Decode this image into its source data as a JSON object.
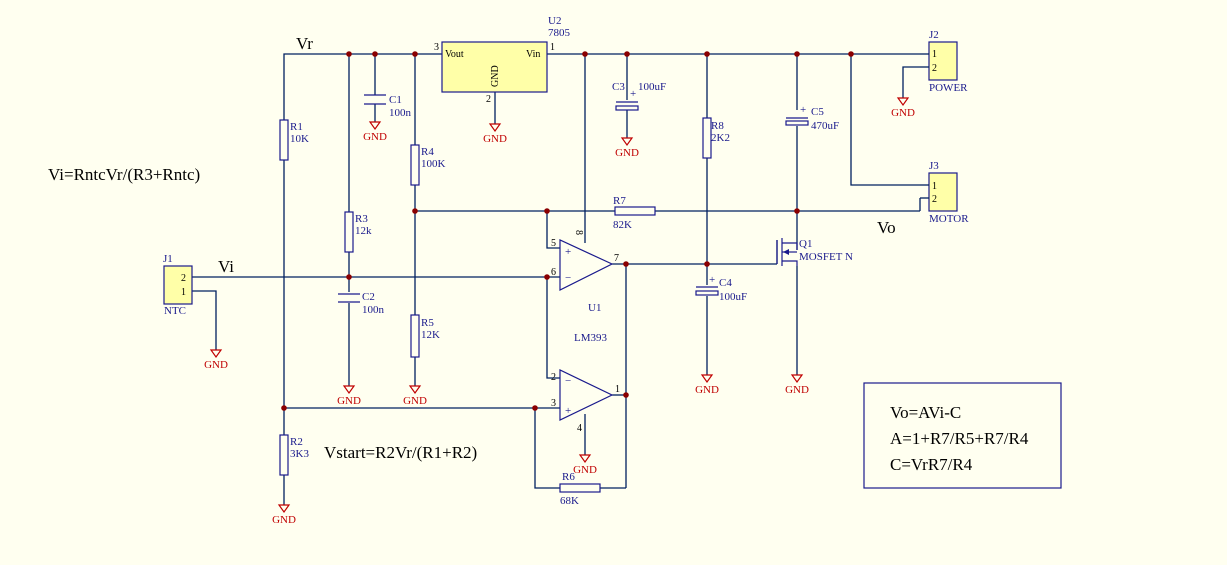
{
  "colors": {
    "background": "#fffff0",
    "wire": "#002060",
    "component": "#1a1a8c",
    "ground": "#c00000",
    "junction": "#8b0000",
    "box_fill": "#ffffa8"
  },
  "nets": {
    "vr": "Vr",
    "vi": "Vi",
    "vo": "Vo"
  },
  "formulas": {
    "vi": "Vi=RntcVr/(R3+Rntc)",
    "vstart": "Vstart=R2Vr/(R1+R2)",
    "box_lines": [
      "Vo=AVi-C",
      "A=1+R7/R5+R7/R4",
      "C=VrR7/R4"
    ]
  },
  "regulator": {
    "ref": "U2",
    "part": "7805",
    "vout": "Vout",
    "vin": "Vin",
    "gnd": "GND",
    "pin1": "1",
    "pin2": "2",
    "pin3": "3"
  },
  "comparator": {
    "ref": "U1",
    "part": "LM393",
    "pins": {
      "p5": "5",
      "p6": "6",
      "p7": "7",
      "p8": "8",
      "p2": "2",
      "p3": "3",
      "p1": "1",
      "p4": "4"
    },
    "plus": "+",
    "minus": "−"
  },
  "resistors": {
    "r1": {
      "ref": "R1",
      "value": "10K"
    },
    "r2": {
      "ref": "R2",
      "value": "3K3"
    },
    "r3": {
      "ref": "R3",
      "value": "12k"
    },
    "r4": {
      "ref": "R4",
      "value": "100K"
    },
    "r5": {
      "ref": "R5",
      "value": "12K"
    },
    "r6": {
      "ref": "R6",
      "value": "68K"
    },
    "r7": {
      "ref": "R7",
      "value": "82K"
    },
    "r8": {
      "ref": "R8",
      "value": "2K2"
    }
  },
  "capacitors": {
    "c1": {
      "ref": "C1",
      "value": "100n"
    },
    "c2": {
      "ref": "C2",
      "value": "100n"
    },
    "c3": {
      "ref": "C3",
      "value": "100uF",
      "plus": "+"
    },
    "c4": {
      "ref": "C4",
      "value": "100uF",
      "plus": "+"
    },
    "c5": {
      "ref": "C5",
      "value": "470uF",
      "plus": "+"
    }
  },
  "mosfet": {
    "ref": "Q1",
    "part": "MOSFET N"
  },
  "connectors": {
    "j1": {
      "ref": "J1",
      "name": "NTC",
      "pin_top": "2",
      "pin_bottom": "1"
    },
    "j2": {
      "ref": "J2",
      "name": "POWER",
      "pin_top": "1",
      "pin_bottom": "2"
    },
    "j3": {
      "ref": "J3",
      "name": "MOTOR",
      "pin_top": "1",
      "pin_bottom": "2"
    }
  },
  "ground_label": "GND"
}
